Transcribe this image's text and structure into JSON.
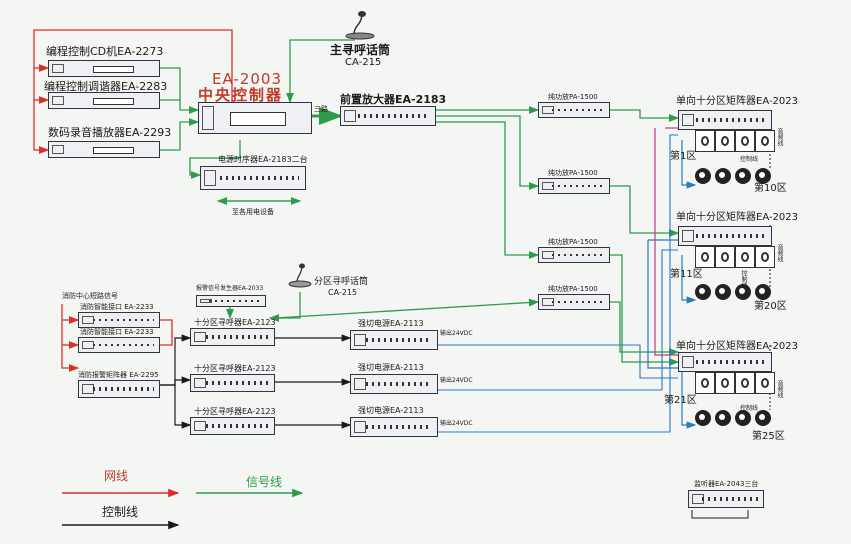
{
  "title": {
    "model": "EA-2003",
    "name": "中央控制器"
  },
  "mic_main": {
    "name": "主寻呼话筒",
    "model": "CA-215"
  },
  "mic_zone": {
    "name": "分区寻呼话筒",
    "model": "CA-215"
  },
  "sources": [
    "编程控制CD机EA-2273",
    "编程控制调谐器EA-2283",
    "数码录音播放器EA-2293"
  ],
  "sequencer": "电源时序器EA-2183二台",
  "to_devices": "至各用电设备",
  "preamp": "前置放大器EA-2183",
  "three_way": "三路",
  "amps": [
    "纯功放PA-1500",
    "纯功放PA-1500",
    "纯功放PA-1500",
    "纯功放PA-1500"
  ],
  "matrix": [
    "单向十分区矩阵器EA-2023",
    "单向十分区矩阵器EA-2023",
    "单向十分区矩阵器EA-2023"
  ],
  "zones": [
    "第1区",
    "第10区",
    "第11区",
    "第20区",
    "第21区",
    "第25区"
  ],
  "signal_line_v": "音频线",
  "control_line_v": "控制线",
  "fire": {
    "center_signal": "消防中心短路信号",
    "iface1": "消防智能接口 EA-2233",
    "iface2": "消防智能接口 EA-2233",
    "matrix": "消防报警矩阵器 EA-2295"
  },
  "alarm_gen": "报警信号发生器EA-2033",
  "pagers": [
    "十分区寻呼器EA-2123",
    "十分区寻呼器EA-2123",
    "十分区寻呼器EA-2123"
  ],
  "psu": [
    "强切电源EA-2113",
    "强切电源EA-2113",
    "强切电源EA-2113"
  ],
  "psu_out": [
    "输出24VDC",
    "输出24VDC",
    "输出24VDC"
  ],
  "monitor": "监听器EA-2043三台",
  "legend": {
    "network": "网线",
    "signal": "信号线",
    "control": "控制线"
  },
  "colors": {
    "network": "#d9302a",
    "signal": "#2f9a4c",
    "control": "#1a1a1a",
    "blue": "#2b78c8",
    "pink": "#c23a8a",
    "title_red": "#c0392b"
  }
}
